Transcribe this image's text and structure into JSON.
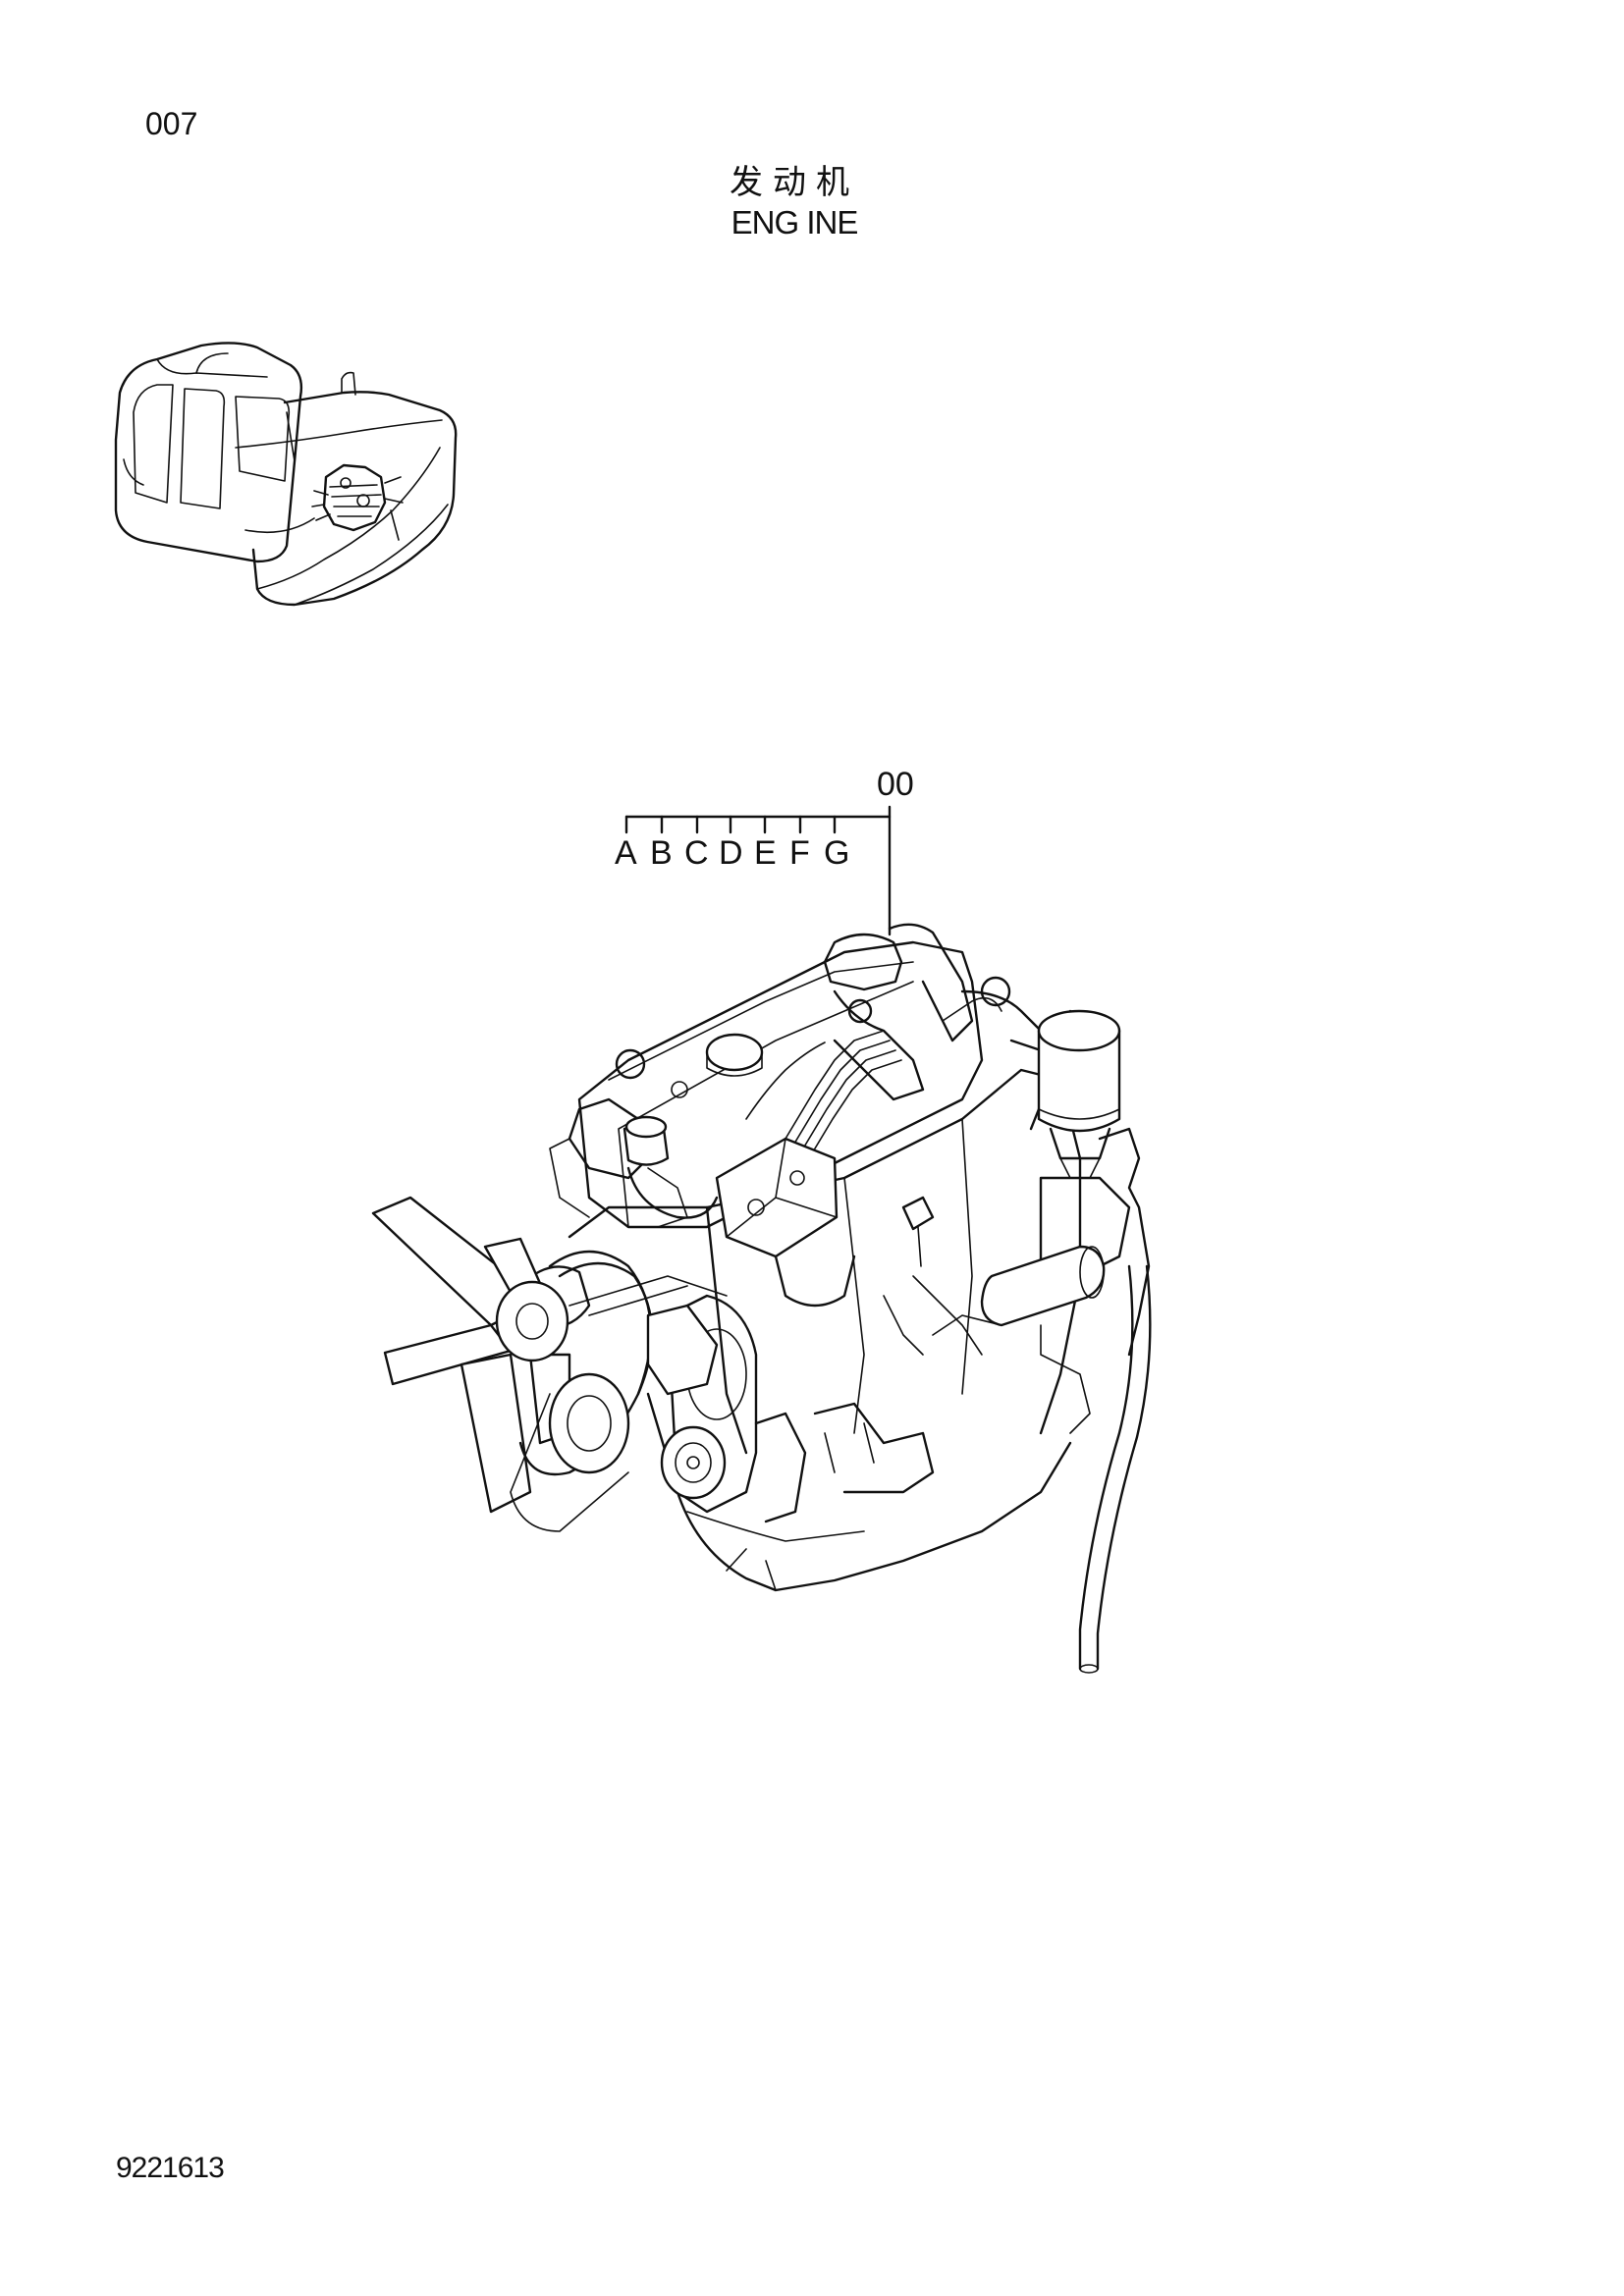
{
  "page": {
    "page_number": "007",
    "title_cn": "发动机",
    "title_en": "ENG INE",
    "document_number": "9221613"
  },
  "callouts": {
    "assembly_ref": "00",
    "sub_refs": [
      "A",
      "B",
      "C",
      "D",
      "E",
      "F",
      "G"
    ]
  },
  "figures": {
    "locator_icon": "excavator-locator-icon",
    "main_illustration": "engine-assembly-illustration"
  }
}
